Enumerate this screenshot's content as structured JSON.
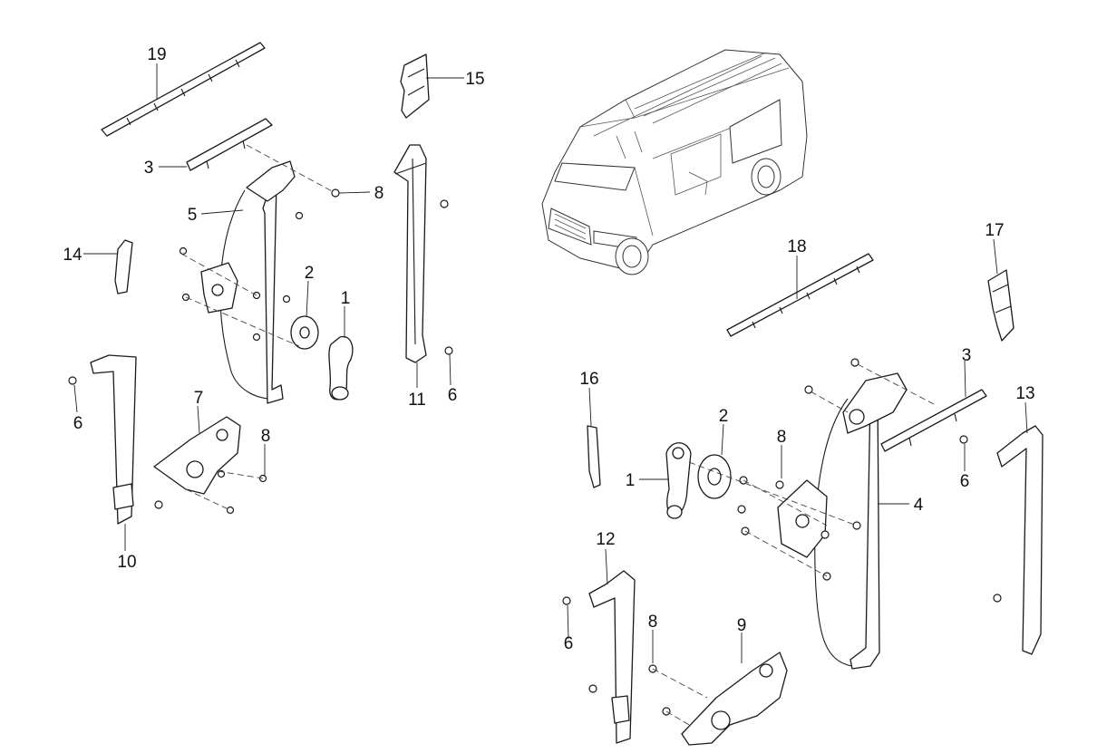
{
  "callouts": {
    "left": {
      "c19": "19",
      "c3": "3",
      "c5": "5",
      "c14": "14",
      "c15": "15",
      "c8a": "8",
      "c2": "2",
      "c1": "1",
      "c11": "11",
      "c6a": "6",
      "c6b": "6",
      "c7": "7",
      "c8b": "8",
      "c10": "10"
    },
    "right": {
      "c18": "18",
      "c17": "17",
      "c3": "3",
      "c16": "16",
      "c2": "2",
      "c8a": "8",
      "c13": "13",
      "c1": "1",
      "c4": "4",
      "c6a": "6",
      "c12": "12",
      "c6b": "6",
      "c8b": "8",
      "c9": "9"
    }
  },
  "icons": {
    "vehicle": "van-icon",
    "fastener": "bolt-icon"
  }
}
